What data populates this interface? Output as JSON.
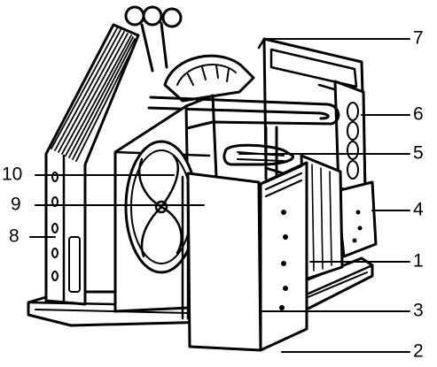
{
  "diagram": {
    "subject": "air conditioner unit cutaway line drawing",
    "colors": {
      "ink": "#000000",
      "paper": "#ffffff"
    },
    "labels": [
      {
        "id": "label-1",
        "text": "1"
      },
      {
        "id": "label-2",
        "text": "2"
      },
      {
        "id": "label-3",
        "text": "3"
      },
      {
        "id": "label-4",
        "text": "4"
      },
      {
        "id": "label-5",
        "text": "5"
      },
      {
        "id": "label-6",
        "text": "6"
      },
      {
        "id": "label-7",
        "text": "7"
      },
      {
        "id": "label-8",
        "text": "8"
      },
      {
        "id": "label-9",
        "text": "9"
      },
      {
        "id": "label-10",
        "text": "10"
      }
    ]
  }
}
